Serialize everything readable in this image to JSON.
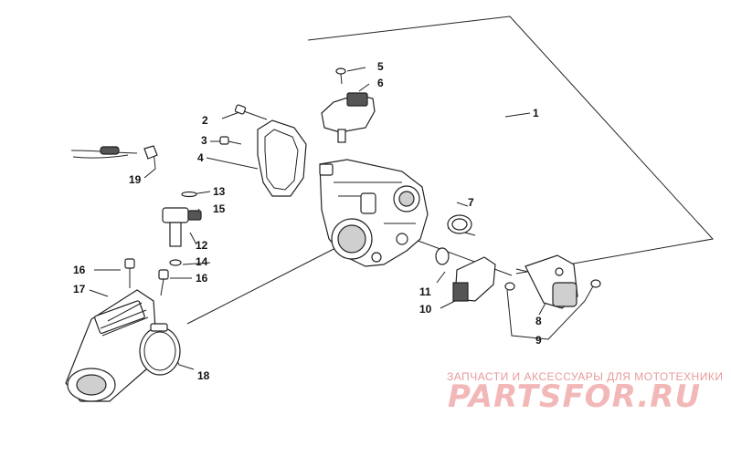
{
  "diagram": {
    "callouts": [
      "1",
      "2",
      "3",
      "4",
      "5",
      "6",
      "7",
      "8",
      "9",
      "10",
      "11",
      "12",
      "13",
      "14",
      "15",
      "16",
      "16",
      "17",
      "18",
      "19"
    ]
  },
  "watermark": {
    "tagline": "ЗАПЧАСТИ И АКСЕССУАРЫ ДЛЯ МОТОТЕХНИКИ",
    "brand": "PARTSFOR.RU"
  },
  "colors": {
    "ink": "#222222",
    "watermark": "#f2b8b8"
  }
}
